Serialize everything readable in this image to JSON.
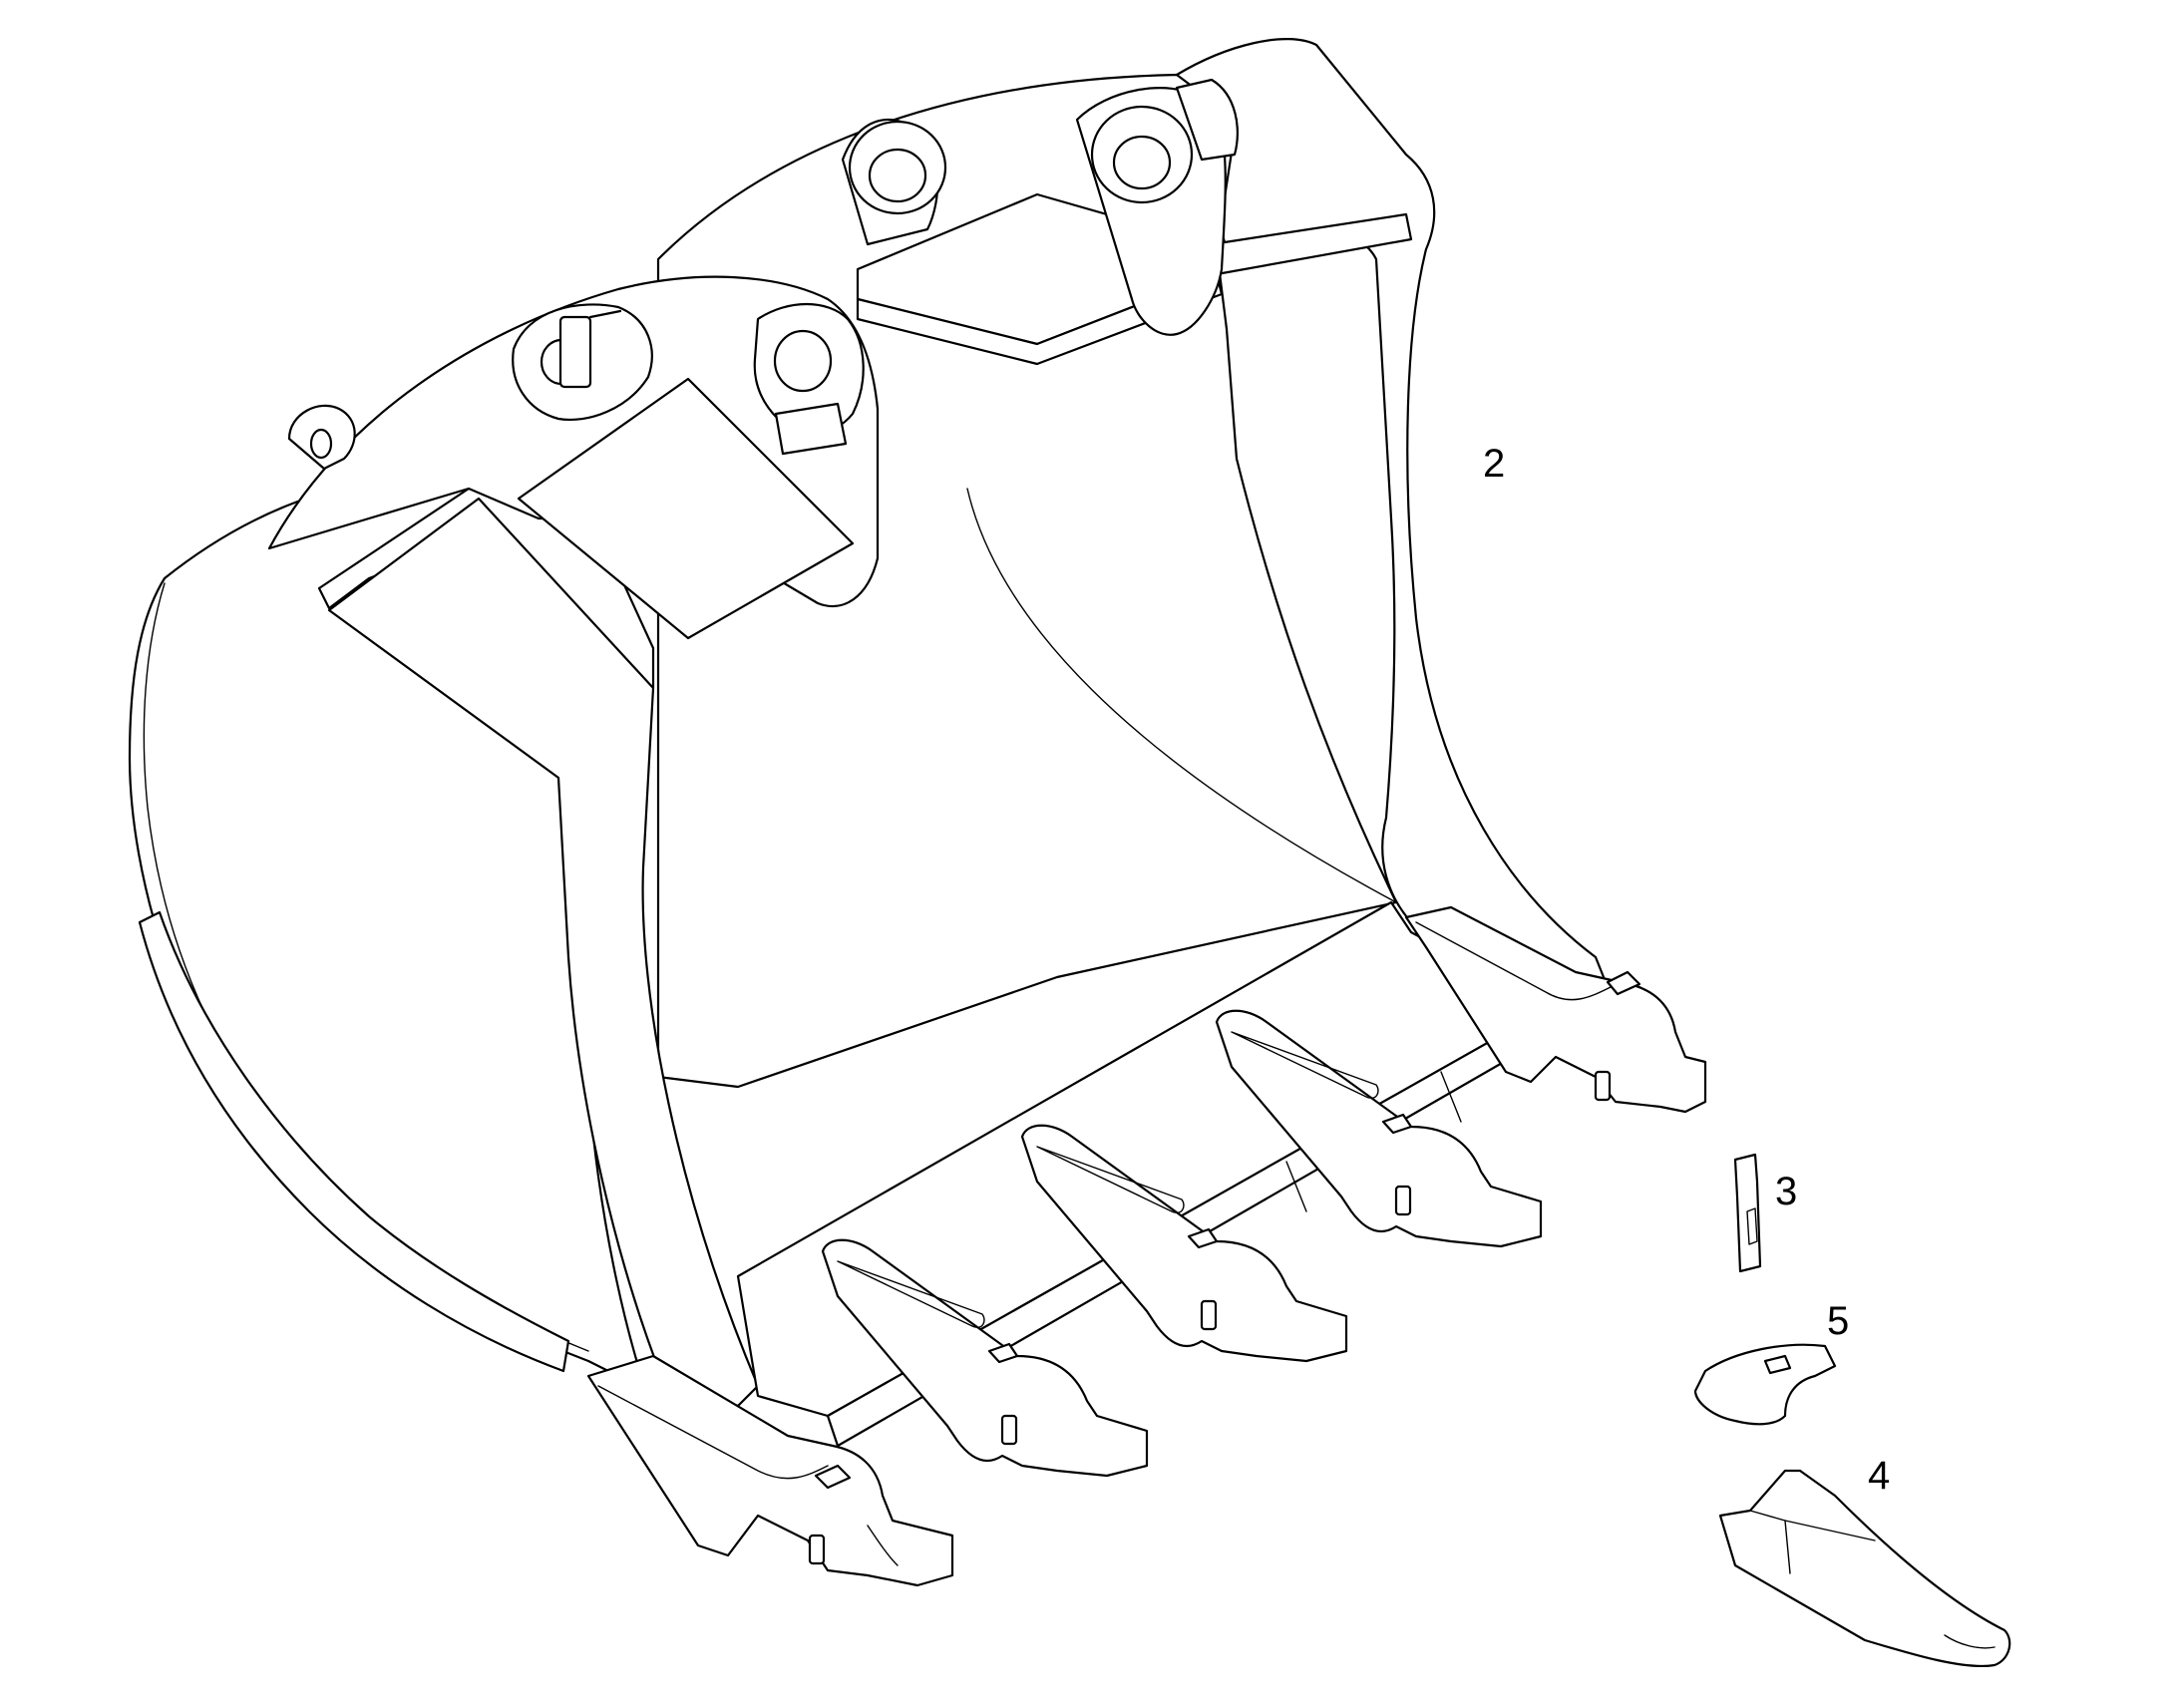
{
  "callouts": [
    {
      "id": "2",
      "text": "2"
    },
    {
      "id": "3",
      "text": "3"
    },
    {
      "id": "5",
      "text": "5"
    },
    {
      "id": "4",
      "text": "4"
    }
  ]
}
